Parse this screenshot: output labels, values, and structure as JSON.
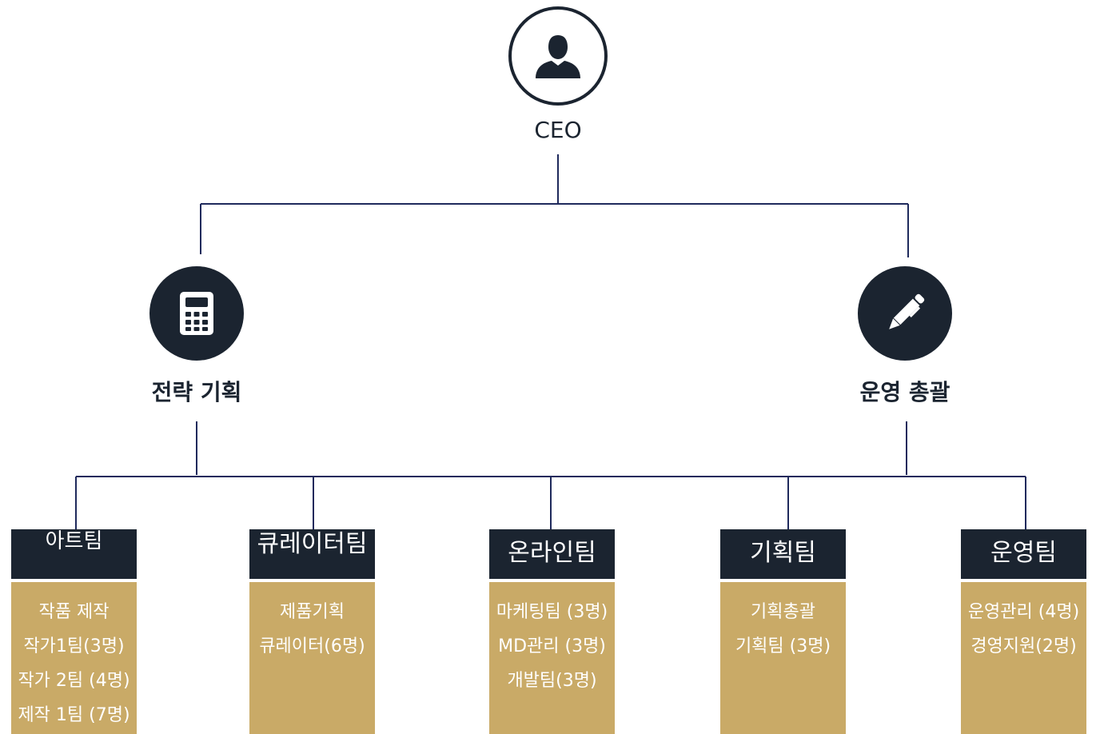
{
  "ceo": {
    "label": "CEO",
    "icon": "person-icon"
  },
  "divisions": [
    {
      "label": "전략 기획",
      "icon": "calculator-icon"
    },
    {
      "label": "운영 총괄",
      "icon": "pen-icon"
    }
  ],
  "teams": [
    {
      "name": "아트팀",
      "items": [
        "작품 제작",
        "작가1팀(3명)",
        "작가 2팀 (4명)",
        "제작 1팀 (7명)"
      ]
    },
    {
      "name": "큐레이터팀",
      "items": [
        "제품기획",
        "큐레이터(6명)"
      ]
    },
    {
      "name": "온라인팀",
      "items": [
        "마케팅팀 (3명)",
        "MD관리 (3명)",
        "개발팀(3명)"
      ]
    },
    {
      "name": "기획팀",
      "items": [
        "기획총괄",
        "기획팀 (3명)"
      ]
    },
    {
      "name": "운영팀",
      "items": [
        "운영관리 (4명)",
        "경영지원(2명)"
      ]
    }
  ],
  "colors": {
    "navy": "#1b2430",
    "gold": "#c9aa67",
    "line": "#1f2a5c"
  }
}
